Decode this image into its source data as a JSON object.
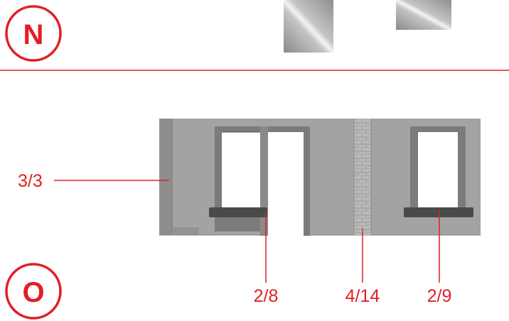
{
  "steps": {
    "top": {
      "letter": "N"
    },
    "bottom": {
      "letter": "O"
    }
  },
  "callouts": {
    "left": {
      "label": "3/3"
    },
    "sill_left": {
      "label": "2/8"
    },
    "pilaster": {
      "label": "4/14"
    },
    "sill_right": {
      "label": "2/9"
    }
  },
  "colors": {
    "accent": "#e31e24",
    "wall": "#a3a3a3",
    "wall_dark": "#6f6f6f",
    "sill": "#4a4a4a",
    "brick": "#b8b8b8"
  }
}
